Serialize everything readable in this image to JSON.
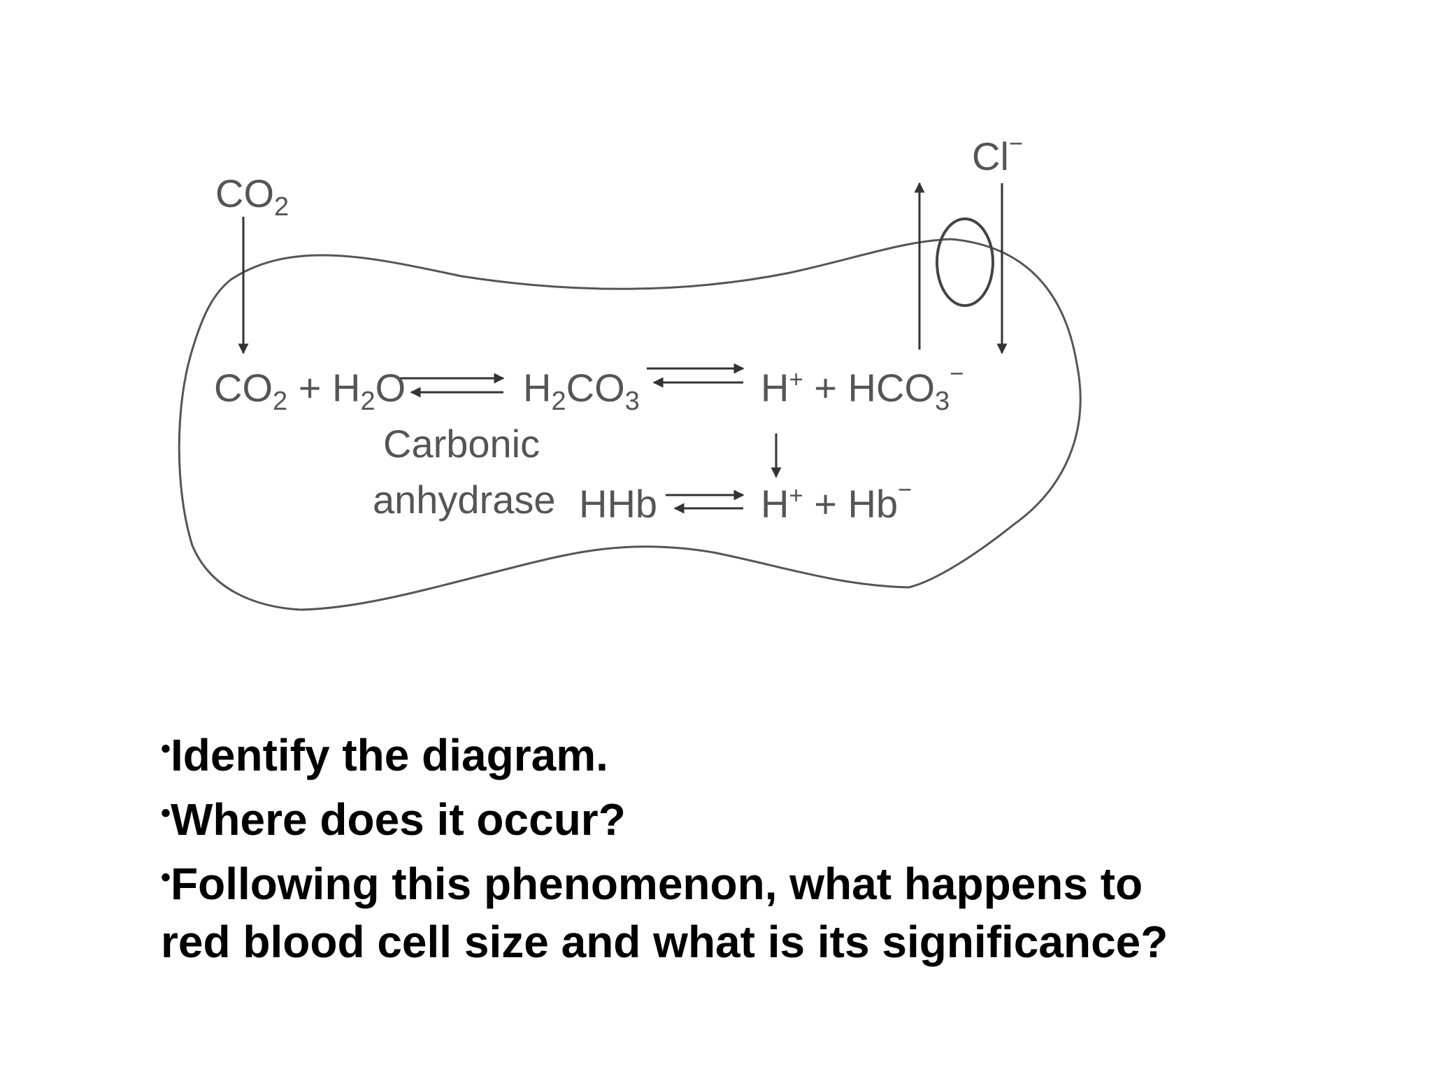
{
  "diagram": {
    "labels": {
      "co2_outside": {
        "base": "CO",
        "sub": "2"
      },
      "cl_ion": {
        "base": "Cl",
        "sup": "−"
      },
      "reaction1_reactants": {
        "a": "CO",
        "a_sub": "2",
        "plus": " + H",
        "b_sub": "2",
        "b": "O"
      },
      "carbonic_acid": {
        "a": "H",
        "a_sub": "2",
        "b": "CO",
        "b_sub": "3"
      },
      "products1": {
        "a": "H",
        "a_sup": "+",
        "plus": " + HCO",
        "b_sub": "3",
        "b_sup": "−"
      },
      "enzyme_line1": "Carbonic",
      "enzyme_line2": "anhydrase",
      "hhb": "HHb",
      "products2": {
        "a": "H",
        "a_sup": "+",
        "plus": " + Hb",
        "b_sup": "−"
      }
    }
  },
  "questions": {
    "bullet": "•",
    "items": [
      "Identify the diagram.",
      "Where does it occur?",
      "Following this phenomenon, what happens to"
    ],
    "continuation": "red blood cell size and what is its significance?"
  }
}
